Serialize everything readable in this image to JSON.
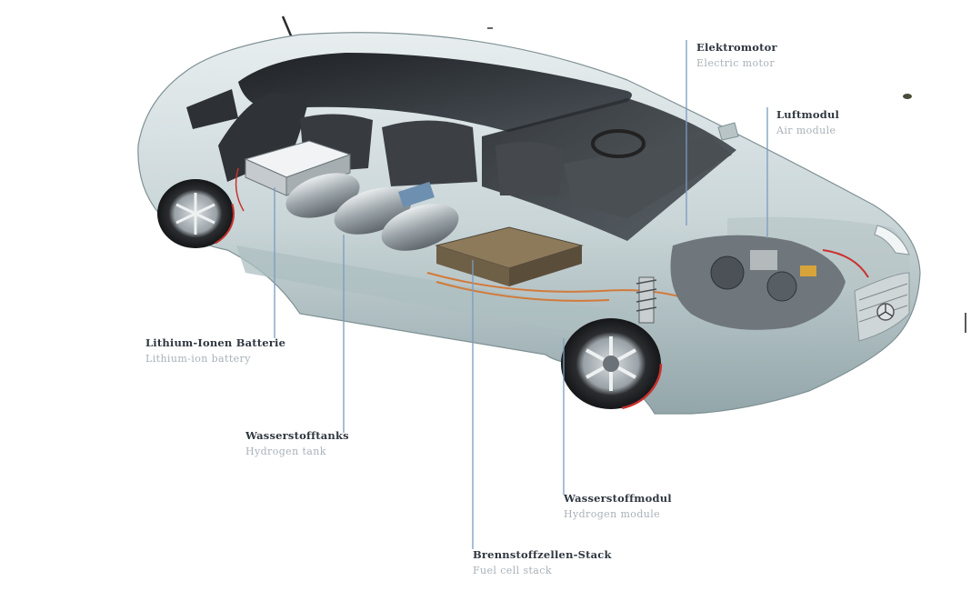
{
  "diagram": {
    "colors": {
      "leader_line": "#7a9cbf",
      "body_silver": "#cfd9da",
      "body_shade": "#9fb0b3",
      "glass": "#2c2f33",
      "accent_red": "#c8322e",
      "label_de": "#2f3740",
      "label_en": "#a9b1b8"
    },
    "callouts": [
      {
        "id": "electric-motor",
        "de": "Elektromotor",
        "en": "Electric motor"
      },
      {
        "id": "air-module",
        "de": "Luftmodul",
        "en": "Air module"
      },
      {
        "id": "lithium-ion-battery",
        "de": "Lithium-Ionen Batterie",
        "en": "Lithium-ion battery"
      },
      {
        "id": "hydrogen-tank",
        "de": "Wasserstofftanks",
        "en": "Hydrogen tank"
      },
      {
        "id": "hydrogen-module",
        "de": "Wasserstoffmodul",
        "en": "Hydrogen module"
      },
      {
        "id": "fuel-cell-stack",
        "de": "Brennstoffzellen-Stack",
        "en": "Fuel cell stack"
      }
    ]
  }
}
